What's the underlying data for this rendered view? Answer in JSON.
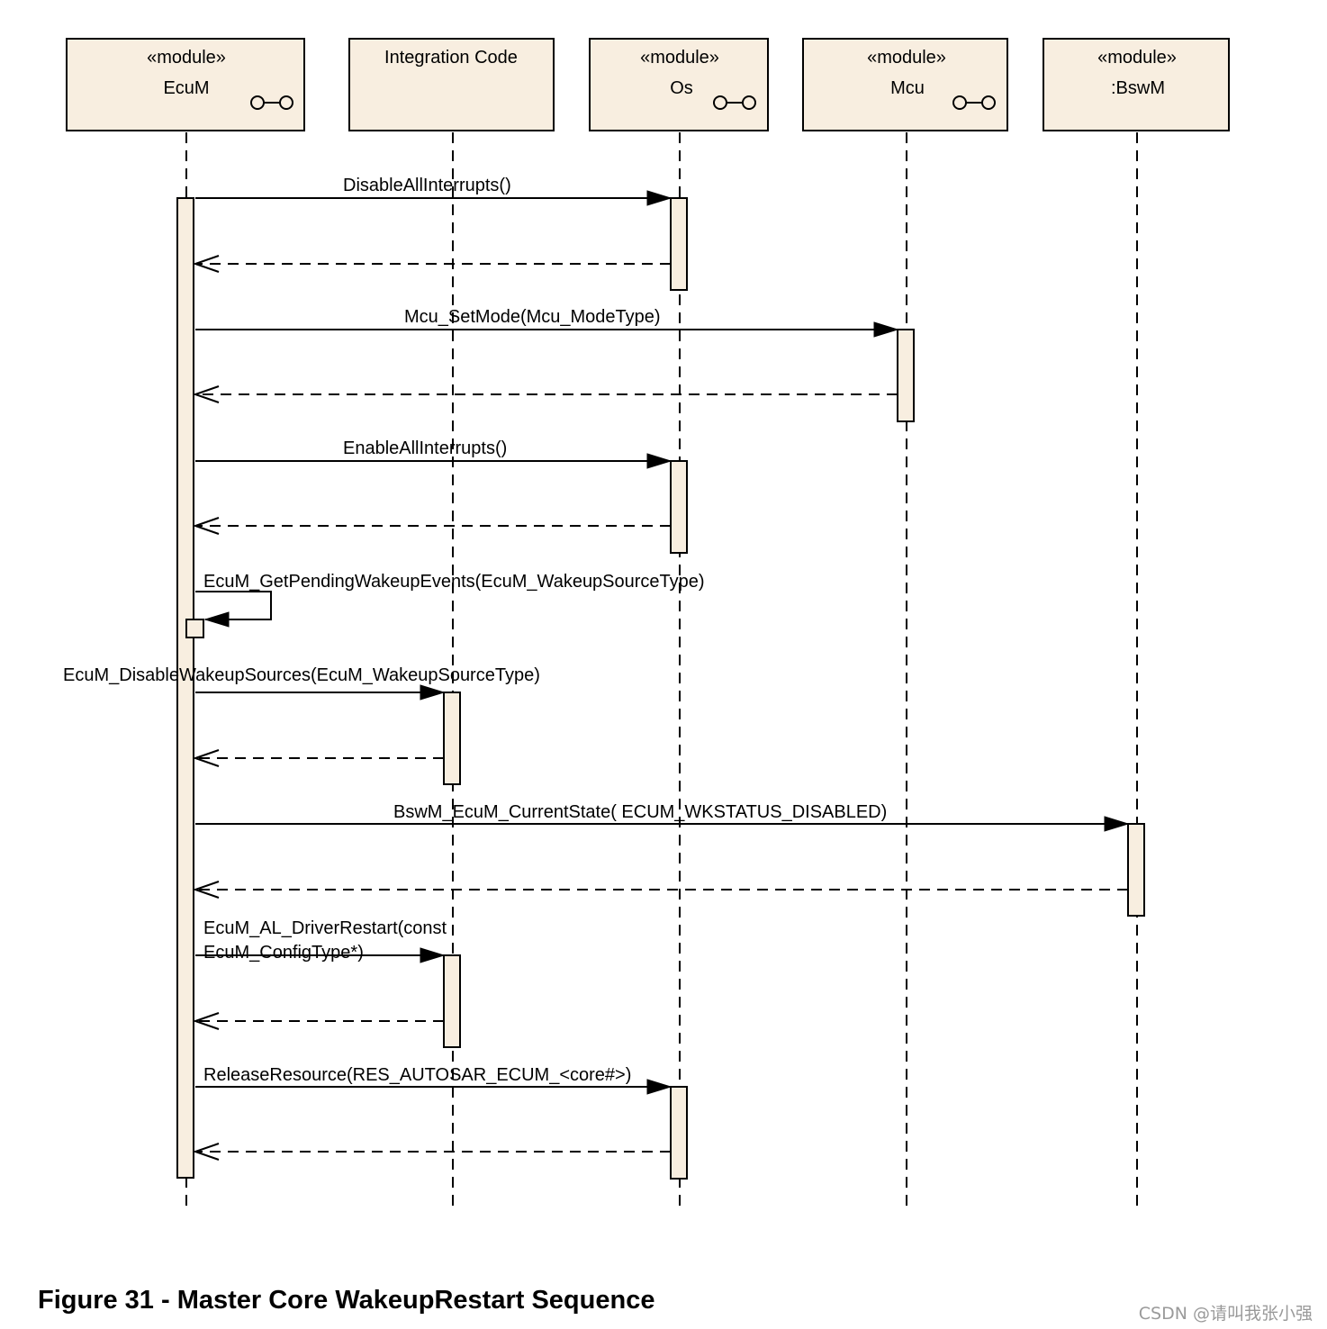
{
  "lifelines": [
    {
      "id": "ecum",
      "stereotype": "«module»",
      "name": "EcuM",
      "component_icon": true
    },
    {
      "id": "intcode",
      "stereotype": "",
      "name": "Integration Code",
      "component_icon": false
    },
    {
      "id": "os",
      "stereotype": "«module»",
      "name": "Os",
      "component_icon": true
    },
    {
      "id": "mcu",
      "stereotype": "«module»",
      "name": "Mcu",
      "component_icon": true
    },
    {
      "id": "bswm",
      "stereotype": "«module»",
      "name": ":BswM",
      "component_icon": false
    }
  ],
  "messages": [
    {
      "label": "DisableAllInterrupts()",
      "from": "ecum",
      "to": "os",
      "kind": "call"
    },
    {
      "label": "",
      "from": "os",
      "to": "ecum",
      "kind": "return"
    },
    {
      "label": "Mcu_SetMode(Mcu_ModeType)",
      "from": "ecum",
      "to": "mcu",
      "kind": "call"
    },
    {
      "label": "",
      "from": "mcu",
      "to": "ecum",
      "kind": "return"
    },
    {
      "label": "EnableAllInterrupts()",
      "from": "ecum",
      "to": "os",
      "kind": "call"
    },
    {
      "label": "",
      "from": "os",
      "to": "ecum",
      "kind": "return"
    },
    {
      "label": "EcuM_GetPendingWakeupEvents(EcuM_WakeupSourceType)",
      "from": "ecum",
      "to": "ecum",
      "kind": "self"
    },
    {
      "label": "EcuM_DisableWakeupSources(EcuM_WakeupSourceType)",
      "from": "ecum",
      "to": "intcode",
      "kind": "call"
    },
    {
      "label": "",
      "from": "intcode",
      "to": "ecum",
      "kind": "return"
    },
    {
      "label": "BswM_EcuM_CurrentState( ECUM_WKSTATUS_DISABLED)",
      "from": "ecum",
      "to": "bswm",
      "kind": "call"
    },
    {
      "label": "",
      "from": "bswm",
      "to": "ecum",
      "kind": "return"
    },
    {
      "label_lines": [
        "EcuM_AL_DriverRestart(const",
        "EcuM_ConfigType*)"
      ],
      "from": "ecum",
      "to": "intcode",
      "kind": "call"
    },
    {
      "label": "",
      "from": "intcode",
      "to": "ecum",
      "kind": "return"
    },
    {
      "label": "ReleaseResource(RES_AUTOSAR_ECUM_<core#>)",
      "from": "ecum",
      "to": "os",
      "kind": "call"
    },
    {
      "label": "",
      "from": "os",
      "to": "ecum",
      "kind": "return"
    }
  ],
  "caption": "Figure 31 - Master Core WakeupRestart Sequence",
  "watermark": "CSDN @请叫我张小强"
}
